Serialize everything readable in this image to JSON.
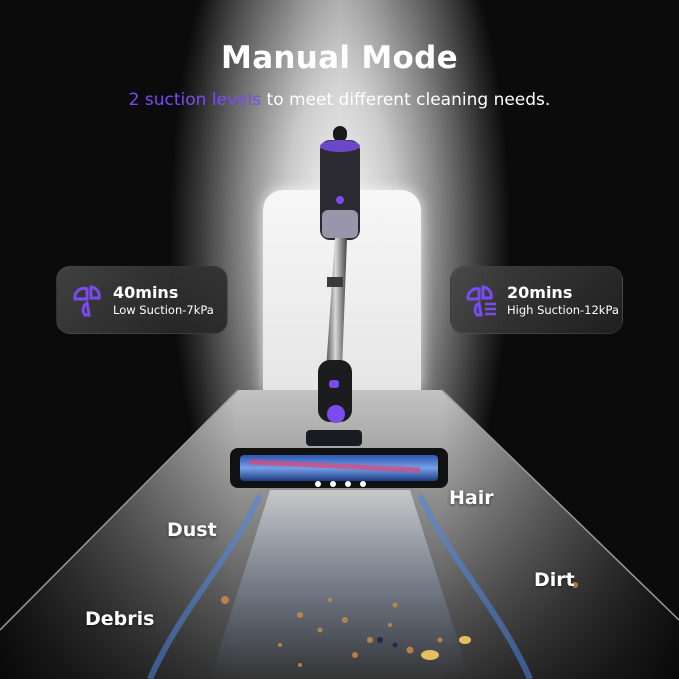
{
  "header": {
    "title": "Manual Mode",
    "subtitle_accent": "2 suction levels",
    "subtitle_rest": " to meet different cleaning needs."
  },
  "modes": [
    {
      "runtime": "40mins",
      "description": "Low Suction-7kPa",
      "icon": "low-suction-fan-icon"
    },
    {
      "runtime": "20mins",
      "description": "High Suction-12kPa",
      "icon": "high-suction-fan-icon"
    }
  ],
  "debris_labels": {
    "hair": "Hair",
    "dust": "Dust",
    "dirt": "Dirt",
    "debris": "Debris"
  },
  "colors": {
    "accent_purple": "#7a4cf0",
    "background": "#0b0b0b",
    "text": "#ffffff"
  }
}
